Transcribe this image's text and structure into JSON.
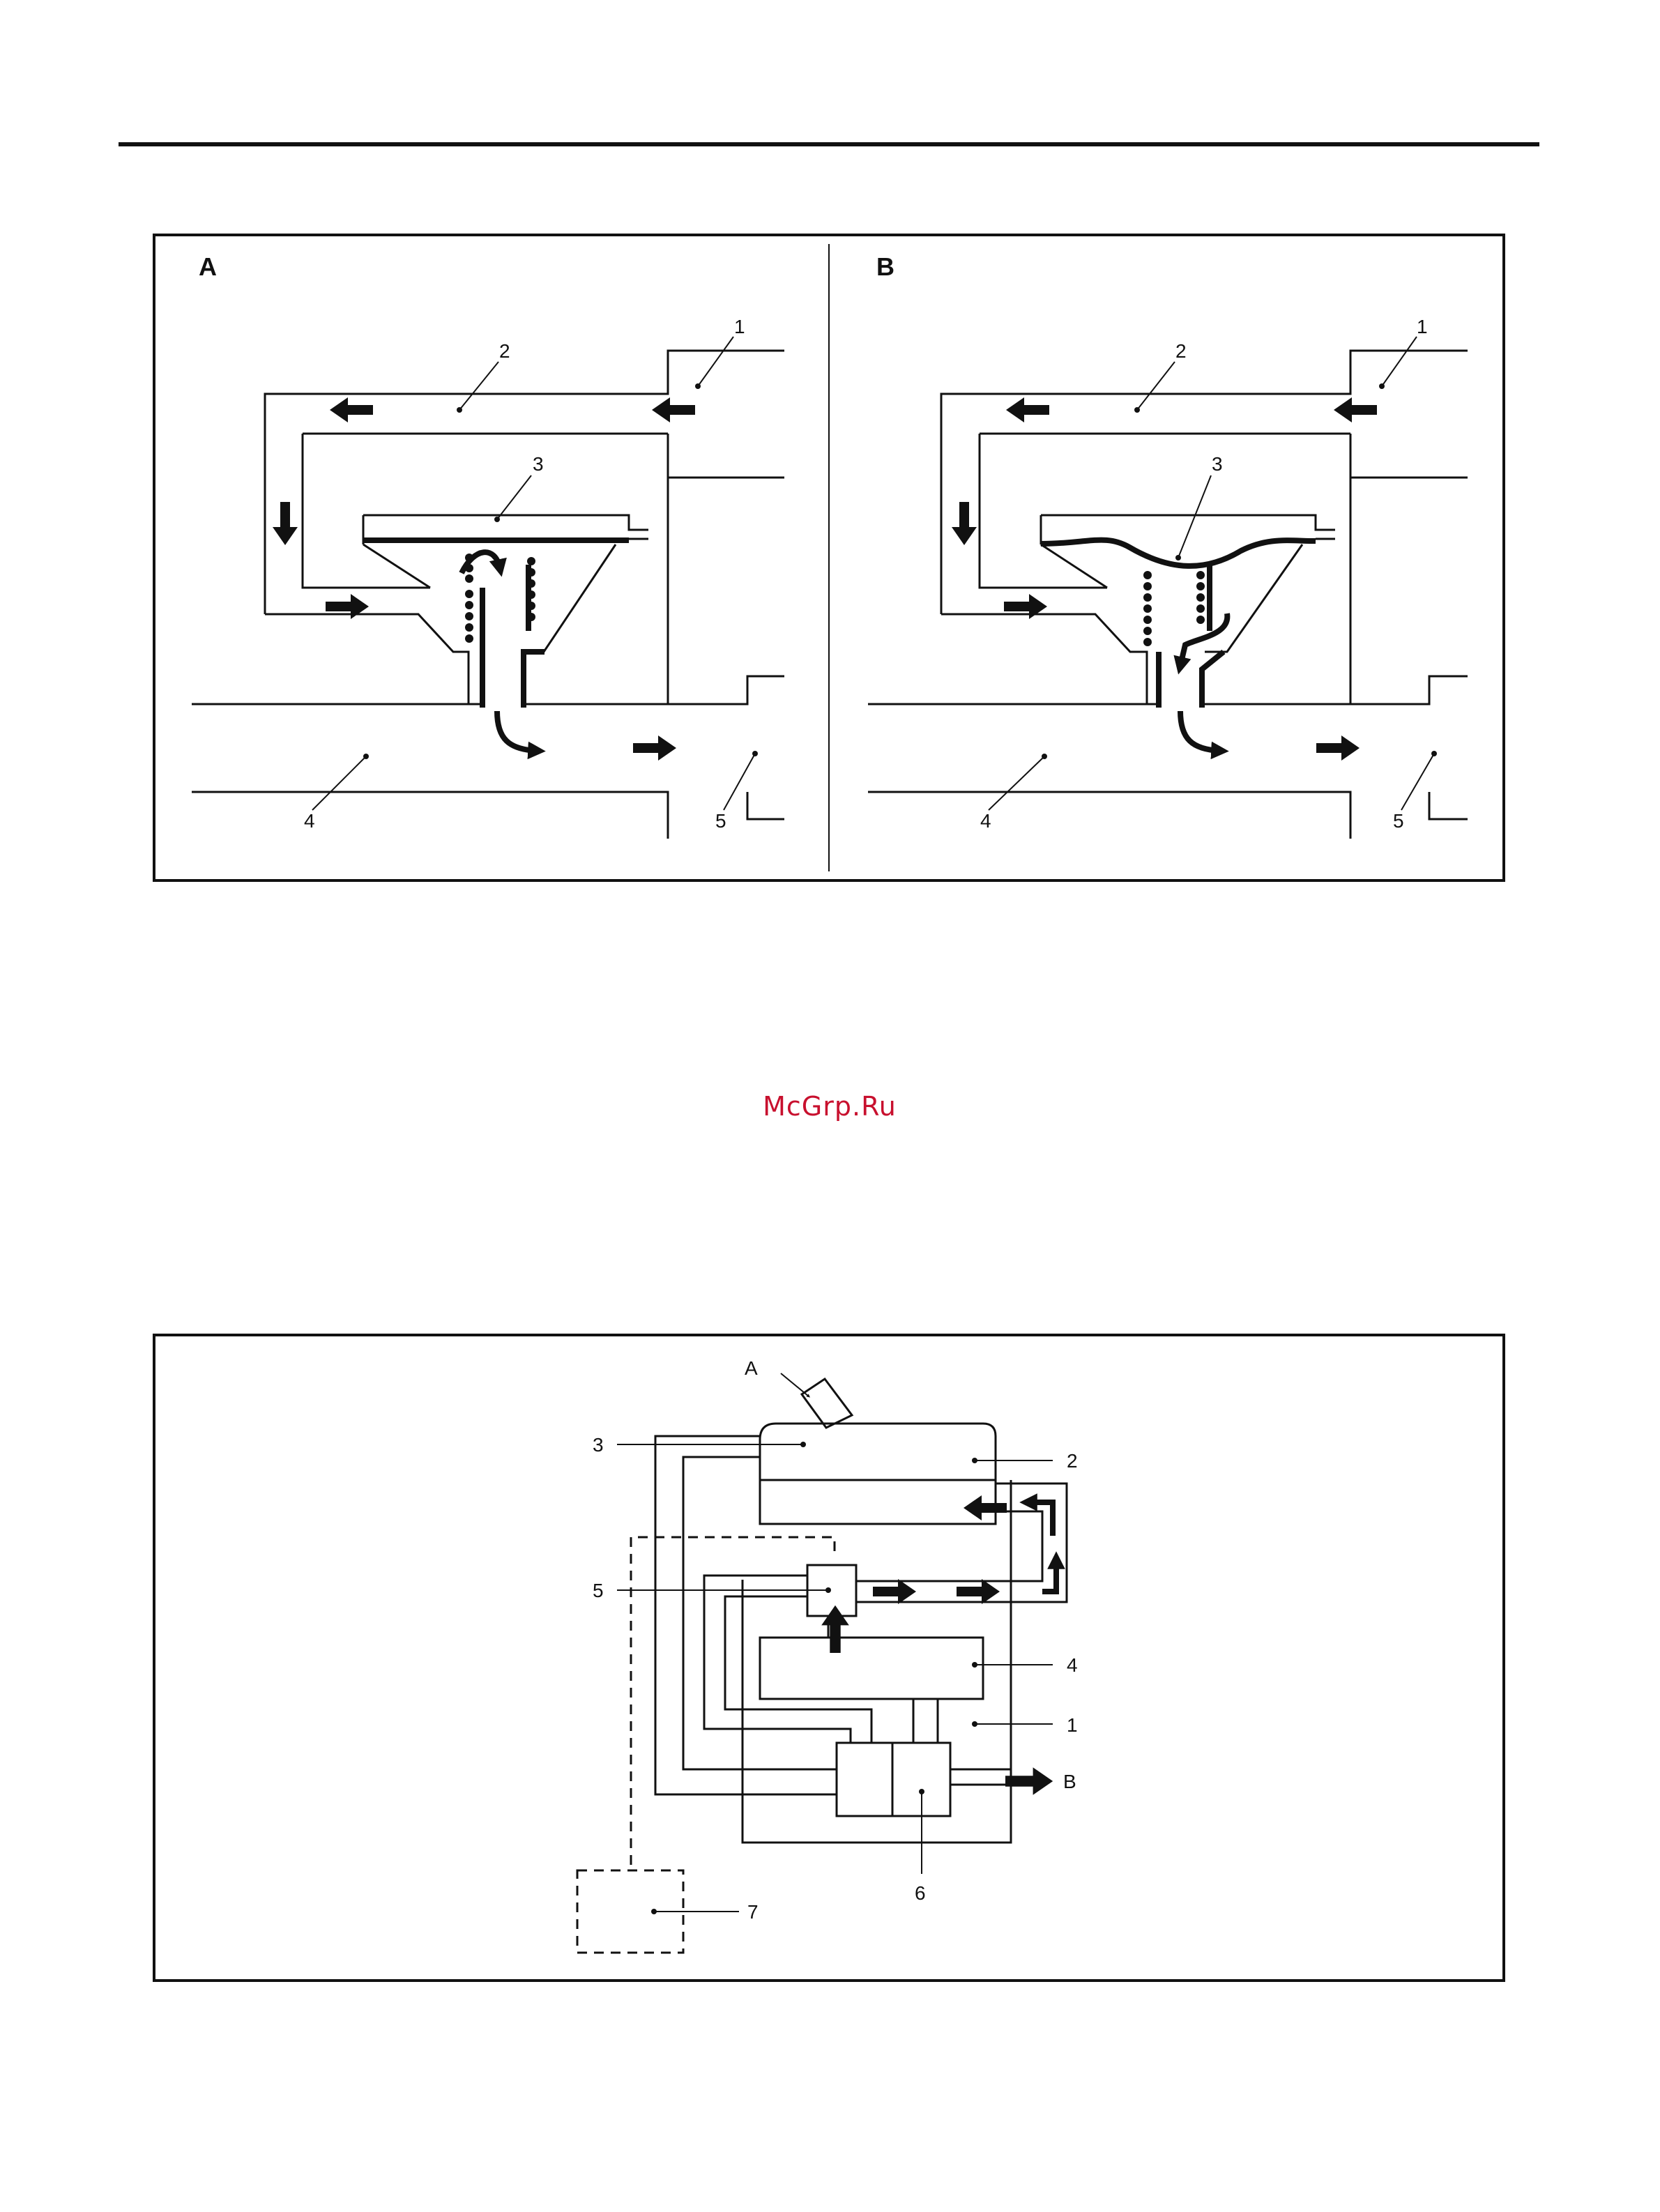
{
  "watermark": "McGrp.Ru",
  "figure1": {
    "panel_a": {
      "letter": "A",
      "callouts": [
        "1",
        "2",
        "3",
        "4",
        "5"
      ]
    },
    "panel_b": {
      "letter": "B",
      "callouts": [
        "1",
        "2",
        "3",
        "4",
        "5"
      ]
    }
  },
  "figure2": {
    "callouts": [
      "1",
      "2",
      "3",
      "4",
      "5",
      "6",
      "7"
    ],
    "inlet": "A",
    "outlet": "B"
  },
  "colors": {
    "ink": "#111111",
    "watermark": "#c8102e"
  }
}
